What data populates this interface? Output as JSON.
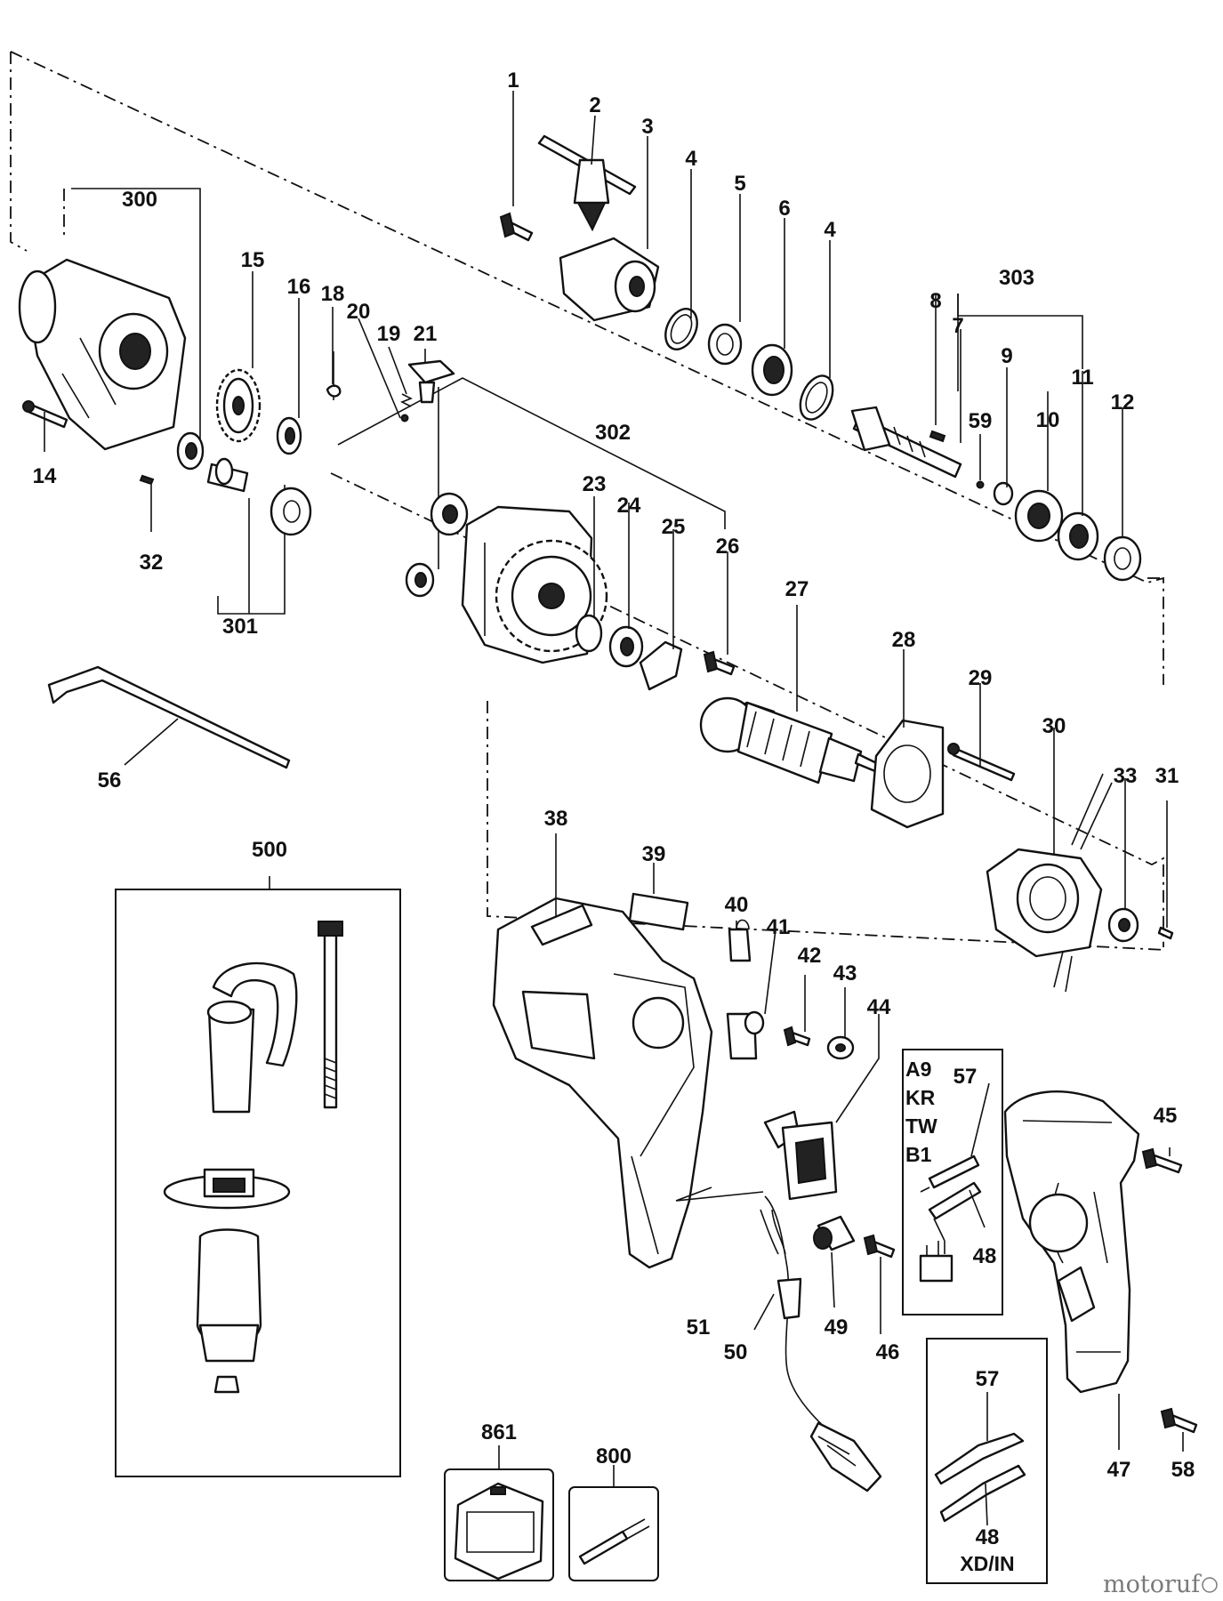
{
  "diagram": {
    "callouts": [
      "1",
      "2",
      "3",
      "4",
      "5",
      "6",
      "4",
      "303",
      "8",
      "7",
      "9",
      "11",
      "12",
      "59",
      "10",
      "300",
      "15",
      "16",
      "18",
      "20",
      "19",
      "21",
      "14",
      "32",
      "301",
      "302",
      "23",
      "24",
      "25",
      "26",
      "27",
      "28",
      "29",
      "30",
      "33",
      "31",
      "56",
      "500",
      "38",
      "39",
      "40",
      "41",
      "42",
      "43",
      "44",
      "45",
      "A9",
      "57",
      "KR",
      "TW",
      "B1",
      "48",
      "51",
      "49",
      "46",
      "50",
      "47",
      "58",
      "57",
      "48",
      "861",
      "800"
    ],
    "variant_box_1": {
      "codes": [
        "A9",
        "KR",
        "TW",
        "B1"
      ],
      "part_a": "57",
      "part_b": "48"
    },
    "variant_box_2": {
      "caption": "XD/IN",
      "part_a": "57",
      "part_b": "48"
    }
  },
  "watermark": {
    "text": "motoruf"
  }
}
